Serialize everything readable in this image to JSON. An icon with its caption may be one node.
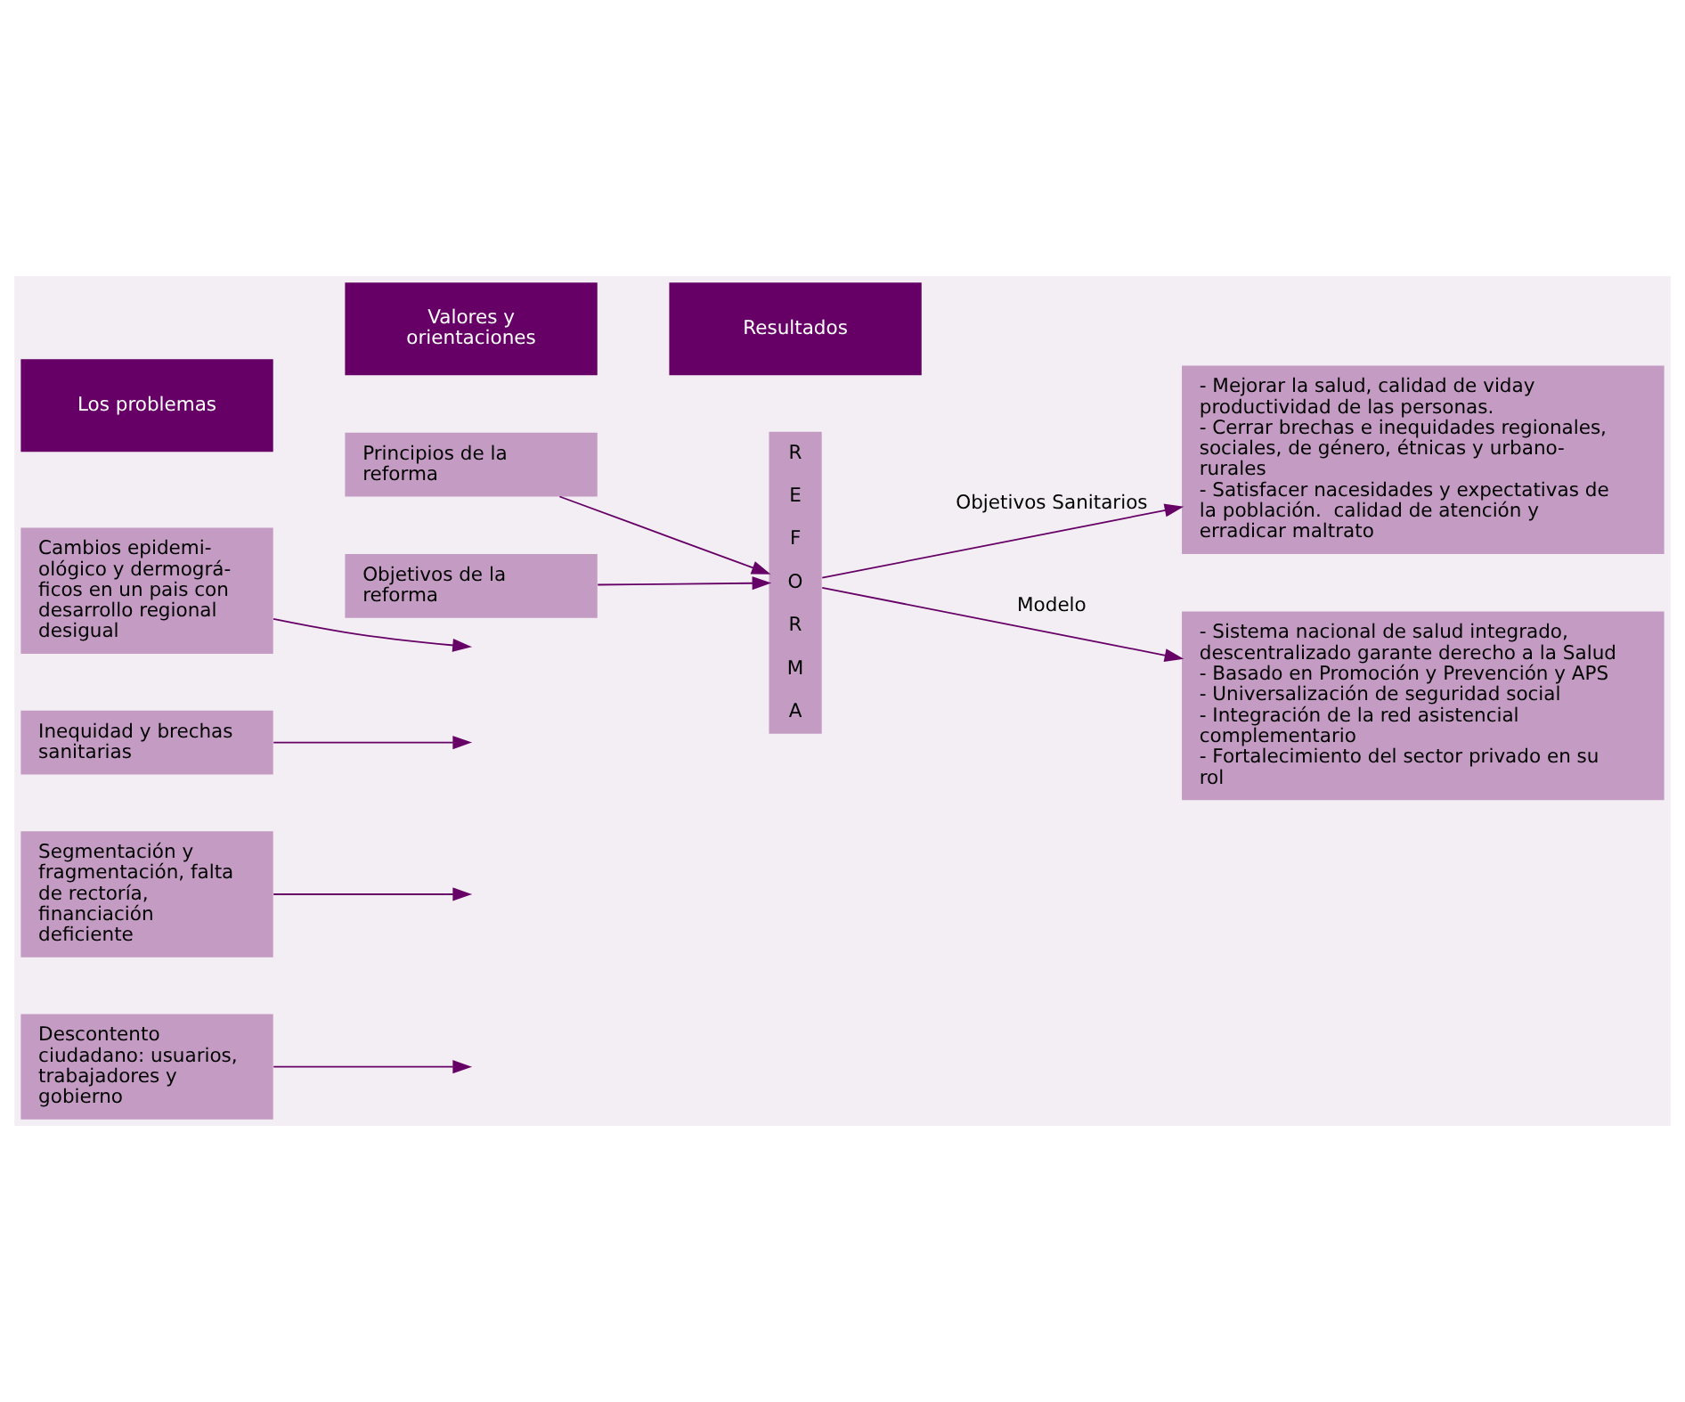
{
  "diagram": {
    "nodes": [
      {
        "text": [
          "Los problemas"
        ]
      },
      {
        "text": [
          "Valores y orientaciones"
        ]
      },
      {
        "text": [
          "Resultados"
        ]
      },
      {
        "text": [
          "Cambios epidemi-ológico y dermográ-ficos en un pais con desarrollo regional desigual"
        ]
      },
      {
        "text": [
          "Inequidad y brechas sanitarias"
        ]
      },
      {
        "text": [
          "Segmentación y fragmentación, falta de rectoría, financiación deficiente"
        ]
      },
      {
        "text": [
          "Descontento ciudadano: usuarios, trabajadores y gobierno"
        ]
      },
      {
        "text": [
          "Principios de la reforma"
        ]
      },
      {
        "text": [
          "Objetivos de la reforma"
        ]
      },
      {
        "text": [
          "R E F O R M A"
        ]
      },
      {
        "text": [
          "- Mejorar la salud, calidad de viday productividad de las personas.",
          "- Cerrar brechas e inequidades regionales, sociales, de género, étnicas y urbano-rurales",
          "- Satisfacer nacesidades y expectativas de la población.  calidad de atención y erradicar maltrato"
        ]
      },
      {
        "text": [
          "- Sistema nacional de salud integrado, descentralizado garante derecho a la Salud",
          "- Basado en Promoción y Prevención y APS",
          "- Universalización de seguridad social",
          "- Integración de la red asistencial complementario",
          "- Fortalecimiento del sector privado en su rol"
        ]
      }
    ],
    "edges": [
      {
        "from": 3,
        "to": null,
        "arrow": "to"
      },
      {
        "from": 4,
        "to": null,
        "arrow": "to"
      },
      {
        "from": 5,
        "to": null,
        "arrow": "to"
      },
      {
        "from": 6,
        "to": null,
        "arrow": "to"
      },
      {
        "from": 7,
        "to": 9,
        "arrow": "to"
      },
      {
        "from": 8,
        "to": 9,
        "arrow": "to"
      },
      {
        "from": 9,
        "to": 10,
        "label": "Objetivos Sanitarios",
        "arrow": "to"
      },
      {
        "from": 9,
        "to": 11,
        "label": "Modelo",
        "arrow": "to"
      }
    ]
  }
}
